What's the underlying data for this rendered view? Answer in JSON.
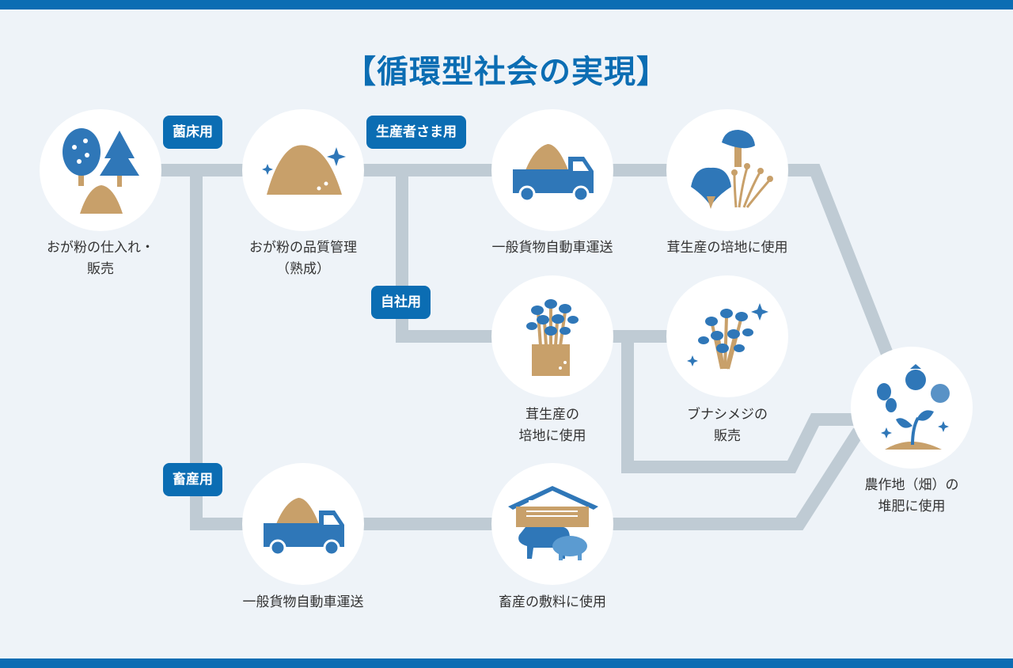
{
  "title": "【循環型社会の実現】",
  "nodes": {
    "n1": {
      "label_lines": [
        "おが粉の仕入れ・",
        "販売"
      ]
    },
    "n2": {
      "label_lines": [
        "おが粉の品質管理",
        "（熟成）"
      ]
    },
    "n3": {
      "label_lines": [
        "一般貨物自動車運送"
      ]
    },
    "n4": {
      "label_lines": [
        "茸生産の培地に使用"
      ]
    },
    "n5": {
      "label_lines": [
        "茸生産の",
        "培地に使用"
      ]
    },
    "n6": {
      "label_lines": [
        "ブナシメジの",
        "販売"
      ]
    },
    "n7": {
      "label_lines": [
        "農作地（畑）の",
        "堆肥に使用"
      ]
    },
    "n8": {
      "label_lines": [
        "一般貨物自動車運送"
      ]
    },
    "n9": {
      "label_lines": [
        "畜産の敷料に使用"
      ]
    }
  },
  "tags": {
    "kinsho": "菌床用",
    "seisansha": "生産者さま用",
    "jisha": "自社用",
    "chikusan": "畜産用"
  },
  "colors": {
    "accent": "#0b6db3",
    "line": "#bfcbd4",
    "tan": "#c8a06a",
    "mushroom_blue": "#2f77b8"
  }
}
